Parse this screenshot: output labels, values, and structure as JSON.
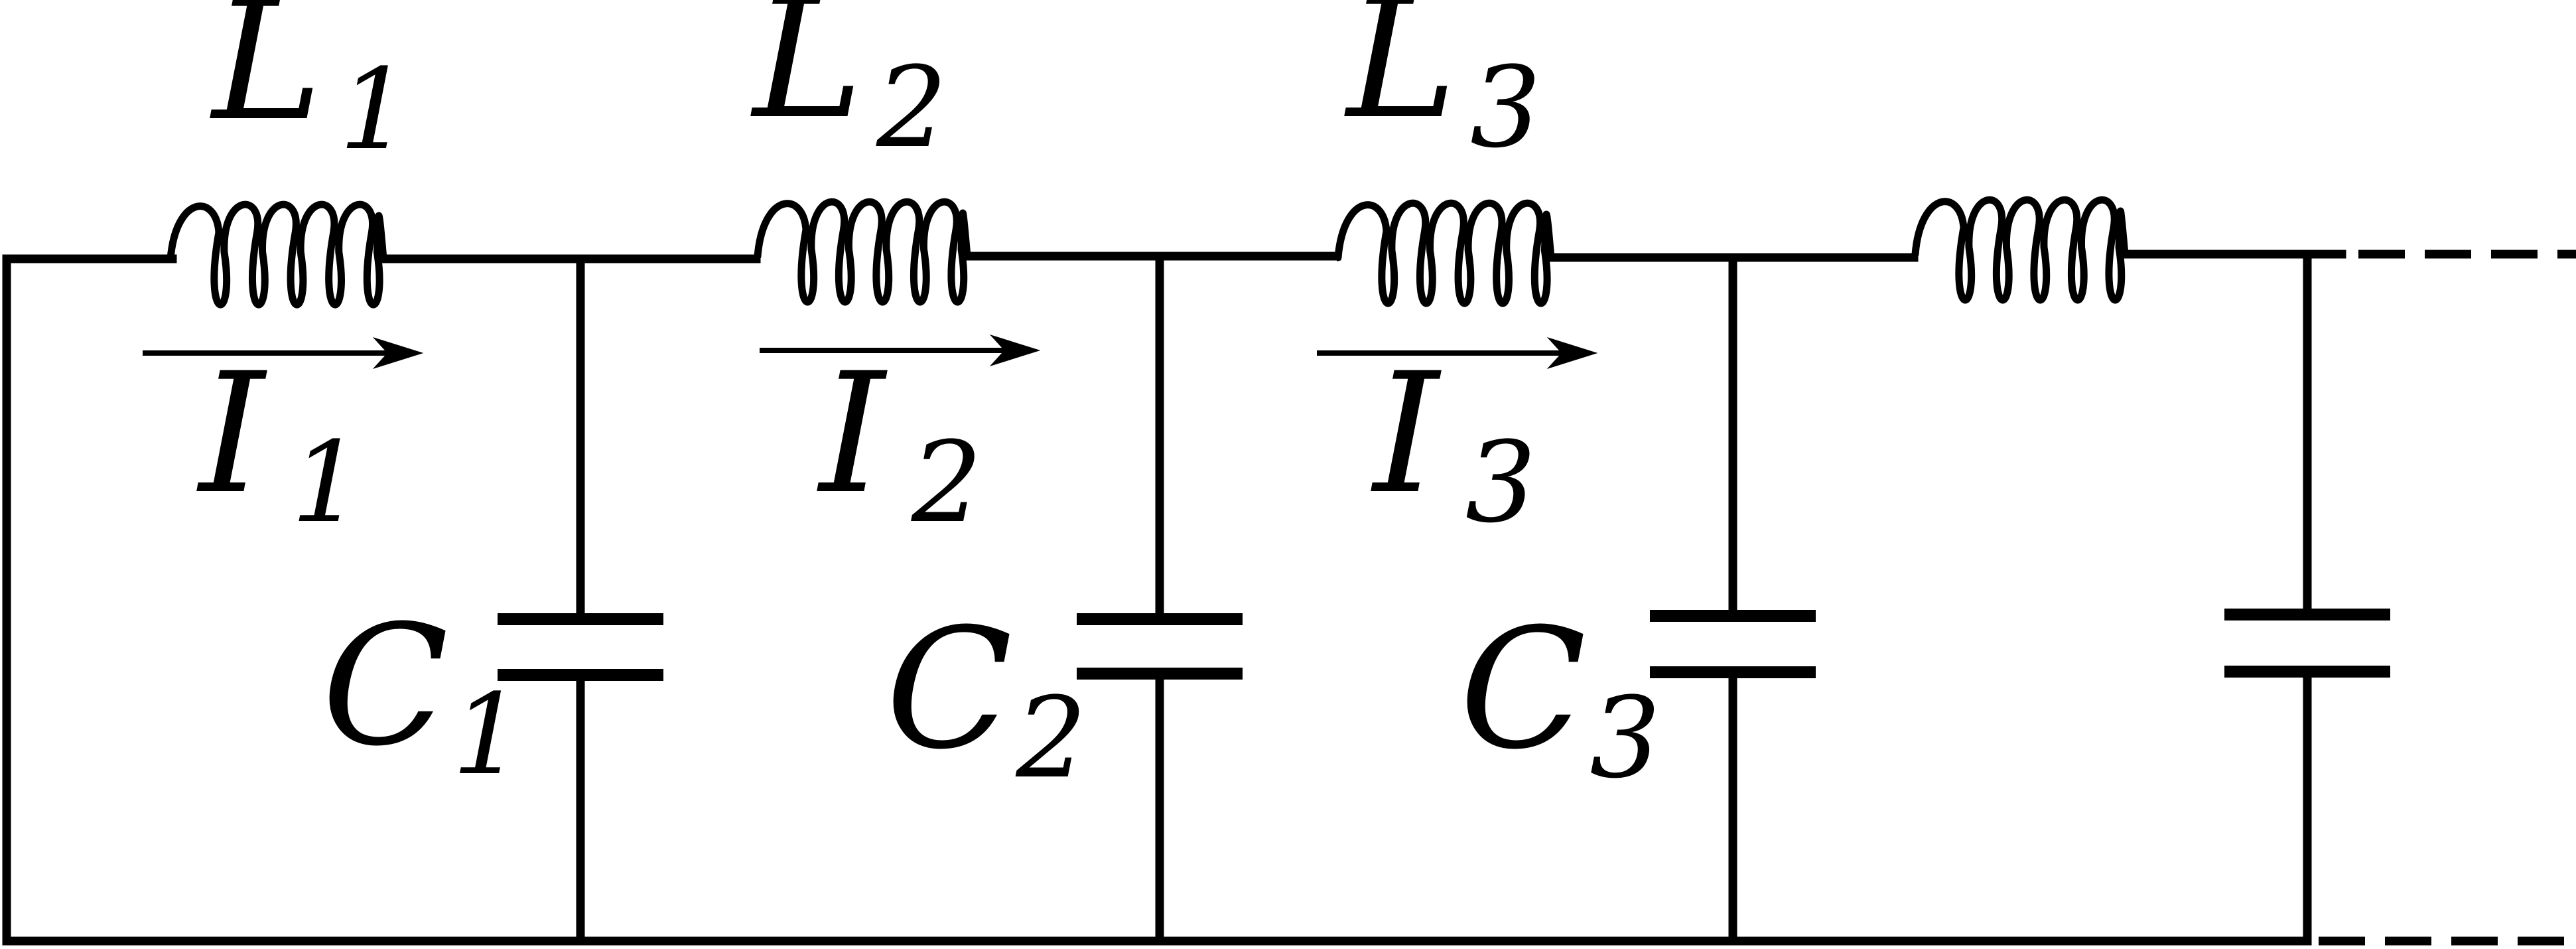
{
  "diagram": {
    "inductors": [
      {
        "name": "L",
        "subscript": "1"
      },
      {
        "name": "L",
        "subscript": "2"
      },
      {
        "name": "L",
        "subscript": "3"
      },
      {
        "name": "",
        "subscript": ""
      }
    ],
    "currents": [
      {
        "name": "I",
        "subscript": "1"
      },
      {
        "name": "I",
        "subscript": "2"
      },
      {
        "name": "I",
        "subscript": "3"
      }
    ],
    "capacitors": [
      {
        "name": "C",
        "subscript": "1"
      },
      {
        "name": "C",
        "subscript": "2"
      },
      {
        "name": "C",
        "subscript": "3"
      },
      {
        "name": "",
        "subscript": ""
      }
    ],
    "continues_right": true
  },
  "colors": {
    "line": "#000000",
    "background": "#ffffff"
  }
}
